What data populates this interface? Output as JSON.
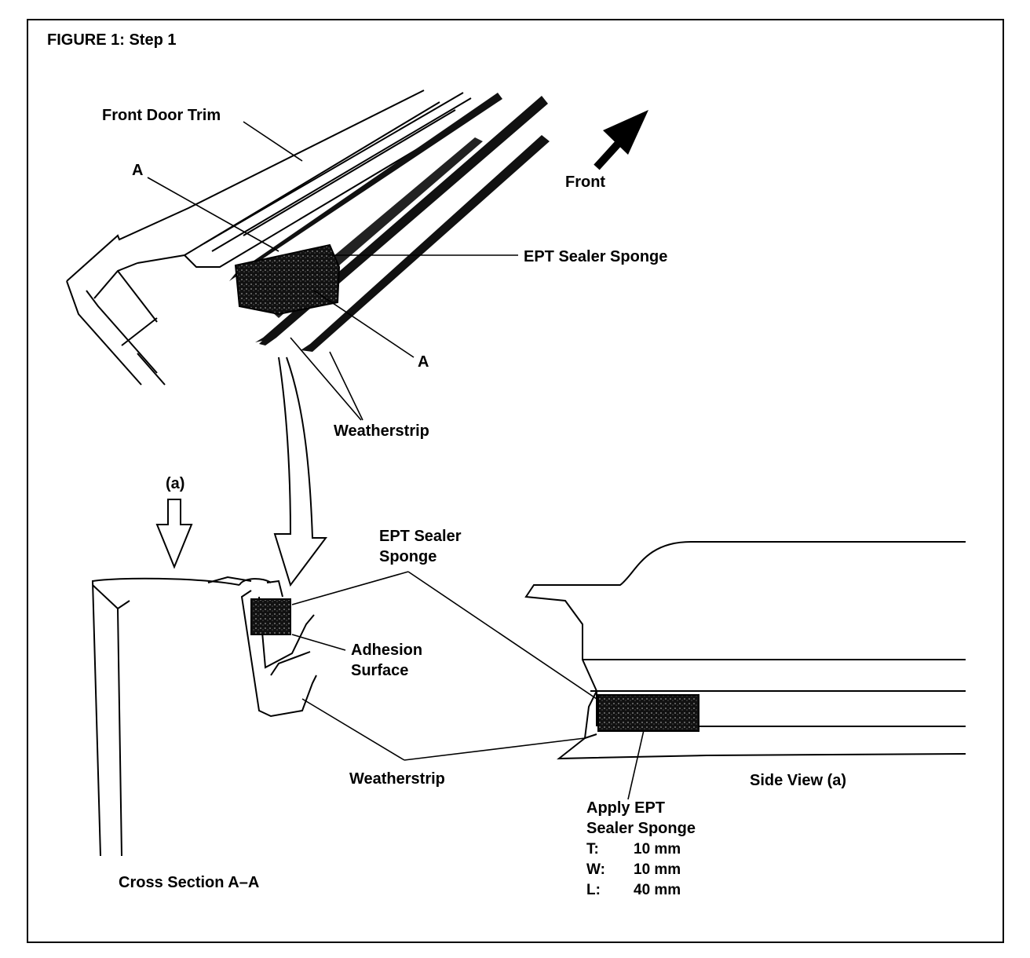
{
  "figure": {
    "title": "FIGURE 1: Step 1",
    "labels": {
      "front_door_trim": "Front Door Trim",
      "section_a_top": "A",
      "section_a_bottom": "A",
      "front": "Front",
      "ept_sealer_sponge": "EPT Sealer Sponge",
      "weatherstrip_top": "Weatherstrip",
      "view_marker": "(a)",
      "ept_sealer_line1": "EPT Sealer",
      "ept_sealer_line2": "Sponge",
      "adhesion_line1": "Adhesion",
      "adhesion_line2": "Surface",
      "weatherstrip_bottom": "Weatherstrip",
      "side_view": "Side View (a)",
      "cross_section": "Cross Section A–A",
      "apply_line1": "Apply EPT",
      "apply_line2": "Sealer Sponge"
    },
    "specs": [
      {
        "key": "T:",
        "value": "10 mm"
      },
      {
        "key": "W:",
        "value": "10 mm"
      },
      {
        "key": "L:",
        "value": "40 mm"
      }
    ]
  }
}
